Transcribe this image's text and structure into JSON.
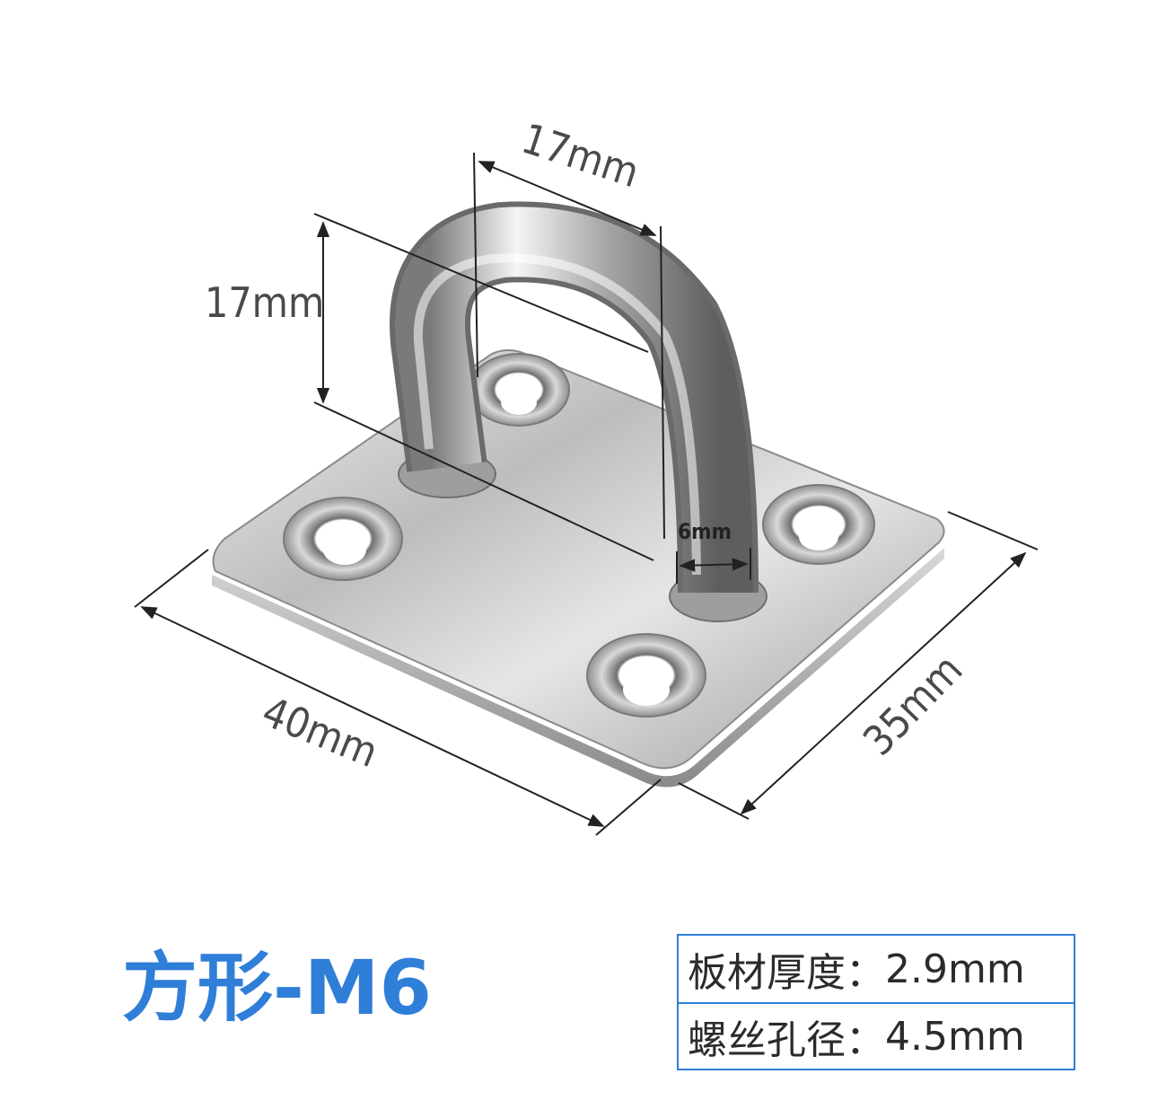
{
  "dimensions": {
    "loop_width": "17mm",
    "loop_height": "17mm",
    "rod_diameter": "6mm",
    "plate_length": "40mm",
    "plate_width": "35mm"
  },
  "title": "方形-M6",
  "specs": [
    {
      "label": "板材厚度：",
      "value": "2.9mm"
    },
    {
      "label": "螺丝孔径：",
      "value": "4.5mm"
    }
  ],
  "colors": {
    "accent": "#2f7ed8",
    "metal": "#c8c8c8"
  }
}
